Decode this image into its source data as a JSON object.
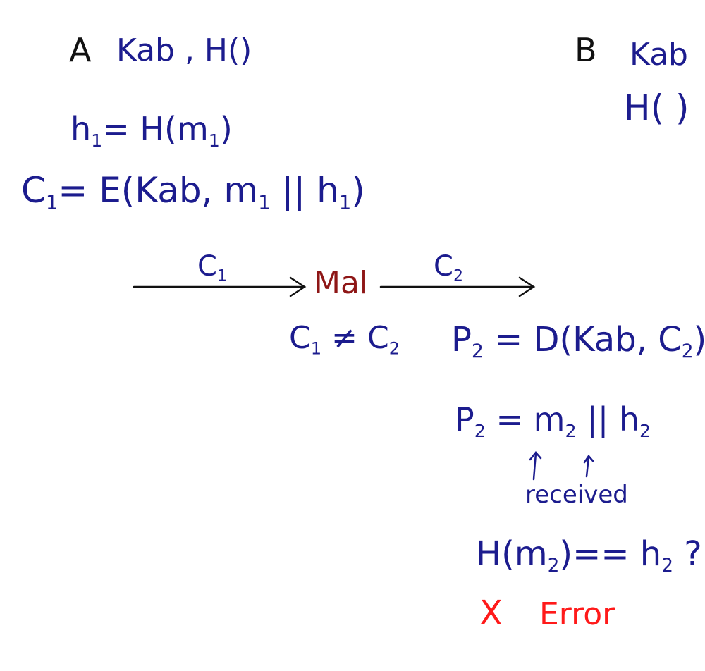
{
  "party_a": {
    "label": "A",
    "keys": "Kab , H()"
  },
  "party_b": {
    "label": "B",
    "key": "Kab",
    "hash": "H( )"
  },
  "sender_steps": {
    "hash_lhs": "h",
    "hash_sub": "1",
    "hash_rhs": "= H(m",
    "hash_rhs_sub": "1",
    "hash_close": ")",
    "enc_lhs": "C",
    "enc_sub": "1",
    "enc_rhs_a": "= E(Kab, m",
    "enc_sub2": "1",
    "enc_rhs_b": " || h",
    "enc_sub3": "1",
    "enc_close": ")"
  },
  "channel": {
    "c1_label": "C",
    "c1_sub": "1",
    "attacker": "Mal",
    "c2_label": "C",
    "c2_sub": "2",
    "inequality_a": "C",
    "inequality_sub1": "1",
    "inequality_op": " ≠ C",
    "inequality_sub2": "2"
  },
  "receiver_steps": {
    "dec_a": "P",
    "dec_sub": "2",
    "dec_b": " = D(Kab, C",
    "dec_sub2": "2",
    "dec_close": ")",
    "split_a": "P",
    "split_sub": "2",
    "split_b": " = m",
    "split_sub2": "2",
    "split_c": " || h",
    "split_sub3": "2",
    "received": "received",
    "check_a": "H(m",
    "check_sub": "2",
    "check_b": ")== h",
    "check_sub2": "2",
    "check_c": " ?"
  },
  "result": {
    "mark": "X",
    "label": "Error"
  },
  "colors": {
    "ink_blue": "#1c1c8e",
    "ink_black": "#111111",
    "attacker": "#8e1616",
    "error": "#ff1a1a"
  }
}
